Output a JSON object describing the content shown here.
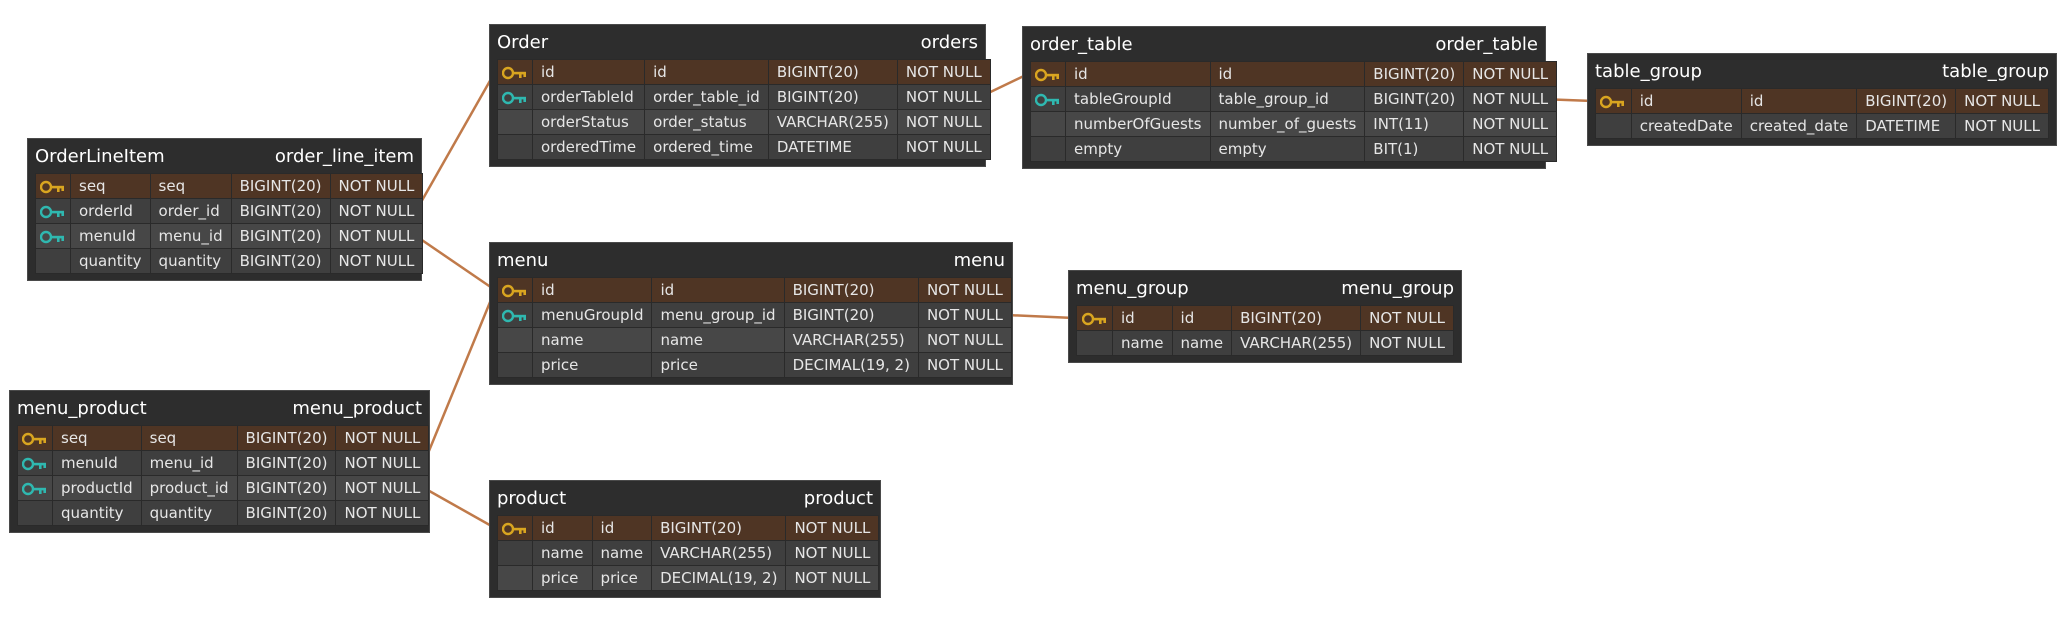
{
  "tables": [
    {
      "key": "orderLineItem",
      "title": "OrderLineItem",
      "table_name": "order_line_item",
      "columns": [
        {
          "icon": "primary-key-icon",
          "field": "seq",
          "column": "seq",
          "type": "BIGINT(20)",
          "null": "NOT NULL"
        },
        {
          "icon": "foreign-key-icon",
          "field": "orderId",
          "column": "order_id",
          "type": "BIGINT(20)",
          "null": "NOT NULL"
        },
        {
          "icon": "foreign-key-icon",
          "field": "menuId",
          "column": "menu_id",
          "type": "BIGINT(20)",
          "null": "NOT NULL"
        },
        {
          "icon": "",
          "field": "quantity",
          "column": "quantity",
          "type": "BIGINT(20)",
          "null": "NOT NULL"
        }
      ]
    },
    {
      "key": "menuProduct",
      "title": "menu_product",
      "table_name": "menu_product",
      "columns": [
        {
          "icon": "primary-key-icon",
          "field": "seq",
          "column": "seq",
          "type": "BIGINT(20)",
          "null": "NOT NULL"
        },
        {
          "icon": "foreign-key-icon",
          "field": "menuId",
          "column": "menu_id",
          "type": "BIGINT(20)",
          "null": "NOT NULL"
        },
        {
          "icon": "foreign-key-icon",
          "field": "productId",
          "column": "product_id",
          "type": "BIGINT(20)",
          "null": "NOT NULL"
        },
        {
          "icon": "",
          "field": "quantity",
          "column": "quantity",
          "type": "BIGINT(20)",
          "null": "NOT NULL"
        }
      ]
    },
    {
      "key": "order",
      "title": "Order",
      "table_name": "orders",
      "columns": [
        {
          "icon": "primary-key-icon",
          "field": "id",
          "column": "id",
          "type": "BIGINT(20)",
          "null": "NOT NULL"
        },
        {
          "icon": "foreign-key-icon",
          "field": "orderTableId",
          "column": "order_table_id",
          "type": "BIGINT(20)",
          "null": "NOT NULL"
        },
        {
          "icon": "",
          "field": "orderStatus",
          "column": "order_status",
          "type": "VARCHAR(255)",
          "null": "NOT NULL"
        },
        {
          "icon": "",
          "field": "orderedTime",
          "column": "ordered_time",
          "type": "DATETIME",
          "null": "NOT NULL"
        }
      ]
    },
    {
      "key": "menu",
      "title": "menu",
      "table_name": "menu",
      "columns": [
        {
          "icon": "primary-key-icon",
          "field": "id",
          "column": "id",
          "type": "BIGINT(20)",
          "null": "NOT NULL"
        },
        {
          "icon": "foreign-key-icon",
          "field": "menuGroupId",
          "column": "menu_group_id",
          "type": "BIGINT(20)",
          "null": "NOT NULL"
        },
        {
          "icon": "",
          "field": "name",
          "column": "name",
          "type": "VARCHAR(255)",
          "null": "NOT NULL"
        },
        {
          "icon": "",
          "field": "price",
          "column": "price",
          "type": "DECIMAL(19, 2)",
          "null": "NOT NULL"
        }
      ]
    },
    {
      "key": "product",
      "title": "product",
      "table_name": "product",
      "columns": [
        {
          "icon": "primary-key-icon",
          "field": "id",
          "column": "id",
          "type": "BIGINT(20)",
          "null": "NOT NULL"
        },
        {
          "icon": "",
          "field": "name",
          "column": "name",
          "type": "VARCHAR(255)",
          "null": "NOT NULL"
        },
        {
          "icon": "",
          "field": "price",
          "column": "price",
          "type": "DECIMAL(19, 2)",
          "null": "NOT NULL"
        }
      ]
    },
    {
      "key": "orderTable",
      "title": "order_table",
      "table_name": "order_table",
      "columns": [
        {
          "icon": "primary-key-icon",
          "field": "id",
          "column": "id",
          "type": "BIGINT(20)",
          "null": "NOT NULL"
        },
        {
          "icon": "foreign-key-icon",
          "field": "tableGroupId",
          "column": "table_group_id",
          "type": "BIGINT(20)",
          "null": "NOT NULL"
        },
        {
          "icon": "",
          "field": "numberOfGuests",
          "column": "number_of_guests",
          "type": "INT(11)",
          "null": "NOT NULL"
        },
        {
          "icon": "",
          "field": "empty",
          "column": "empty",
          "type": "BIT(1)",
          "null": "NOT NULL"
        }
      ]
    },
    {
      "key": "menuGroup",
      "title": "menu_group",
      "table_name": "menu_group",
      "columns": [
        {
          "icon": "primary-key-icon",
          "field": "id",
          "column": "id",
          "type": "BIGINT(20)",
          "null": "NOT NULL"
        },
        {
          "icon": "",
          "field": "name",
          "column": "name",
          "type": "VARCHAR(255)",
          "null": "NOT NULL"
        }
      ]
    },
    {
      "key": "tableGroup",
      "title": "table_group",
      "table_name": "table_group",
      "columns": [
        {
          "icon": "primary-key-icon",
          "field": "id",
          "column": "id",
          "type": "BIGINT(20)",
          "null": "NOT NULL"
        },
        {
          "icon": "",
          "field": "createdDate",
          "column": "created_date",
          "type": "DATETIME",
          "null": "NOT NULL"
        }
      ]
    }
  ],
  "relations": [
    {
      "from": "orderLineItem.orderId",
      "to": "order.id"
    },
    {
      "from": "orderLineItem.menuId",
      "to": "menu.id"
    },
    {
      "from": "menuProduct.menuId",
      "to": "menu.id"
    },
    {
      "from": "menuProduct.productId",
      "to": "product.id"
    },
    {
      "from": "order.orderTableId",
      "to": "orderTable.id"
    },
    {
      "from": "orderTable.tableGroupId",
      "to": "tableGroup.id"
    },
    {
      "from": "menu.menuGroupId",
      "to": "menuGroup.id"
    }
  ],
  "colors": {
    "primary_key": "#d9a520",
    "foreign_key": "#2fb8b0",
    "link": "#c07a4a",
    "header_bg": "#2d2d2d",
    "pk_row_bg": "#4f3524"
  }
}
